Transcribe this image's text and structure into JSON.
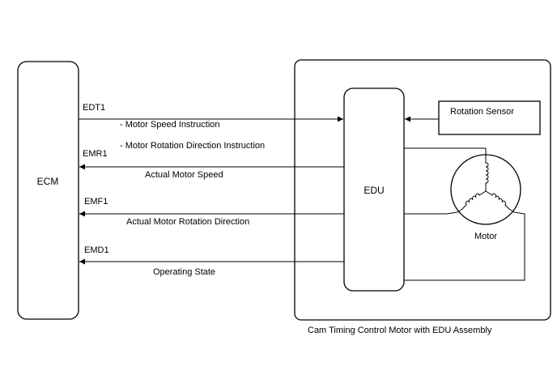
{
  "blocks": {
    "ecm": "ECM",
    "edu": "EDU",
    "rotation_sensor": "Rotation Sensor",
    "motor": "Motor",
    "assembly": "Cam Timing Control Motor with EDU Assembly"
  },
  "signals": {
    "edt1": {
      "pin": "EDT1",
      "desc1": "- Motor Speed Instruction",
      "desc2": "- Motor Rotation Direction Instruction"
    },
    "emr1": {
      "pin": "EMR1",
      "desc": "Actual Motor Speed"
    },
    "emf1": {
      "pin": "EMF1",
      "desc": "Actual Motor Rotation Direction"
    },
    "emd1": {
      "pin": "EMD1",
      "desc": "Operating State"
    }
  }
}
